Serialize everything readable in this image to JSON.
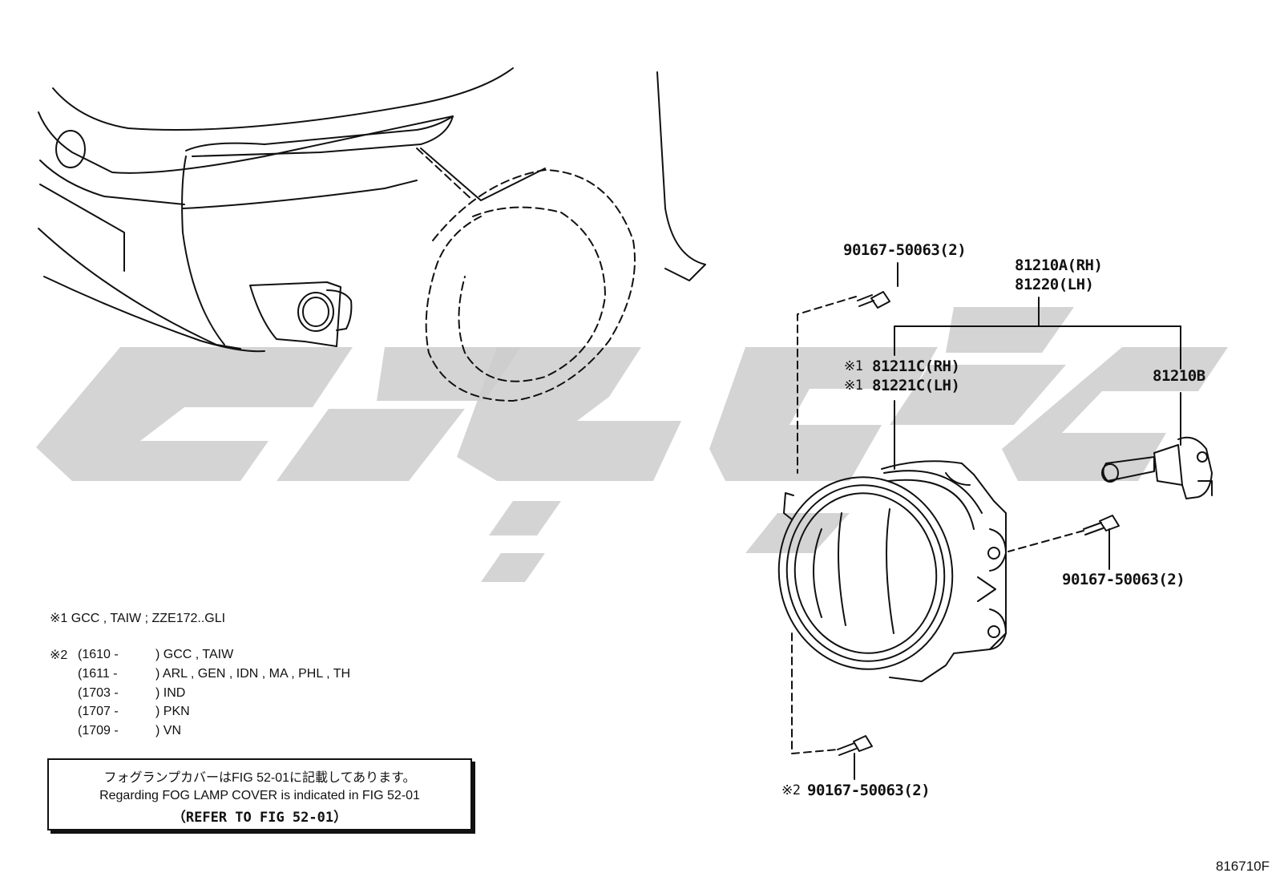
{
  "labels": {
    "bolt_top": "90167-50063(2)",
    "lamp_rh": "81210A(RH)",
    "lamp_lh": "81220(LH)",
    "unit_rh_mark": "※1",
    "unit_rh": "81211C(RH)",
    "unit_lh_mark": "※1",
    "unit_lh": "81221C(LH)",
    "bulb": "81210B",
    "bolt_right": "90167-50063(2)",
    "bolt_bottom_mark": "※2",
    "bolt_bottom": "90167-50063(2)"
  },
  "notes": {
    "note1": "※1 GCC , TAIW ; ZZE172..GLI",
    "note2_mark": "※2",
    "note2_rows": [
      {
        "date": "(1610 -",
        "markets": ") GCC , TAIW"
      },
      {
        "date": "(1611 -",
        "markets": ") ARL , GEN , IDN , MA , PHL , TH"
      },
      {
        "date": "(1703 -",
        "markets": ") IND"
      },
      {
        "date": "(1707 -",
        "markets": ") PKN"
      },
      {
        "date": "(1709 -",
        "markets": ") VN"
      }
    ]
  },
  "reference": {
    "jp": "フォグランプカバーはFIG 52-01に記載してあります。",
    "en": "Regarding FOG LAMP COVER is indicated in FIG 52-01",
    "refer": "（REFER TO FIG 52-01）"
  },
  "figure_code": "816710F",
  "colors": {
    "ink": "#111111",
    "watermark": "#cccccc"
  }
}
